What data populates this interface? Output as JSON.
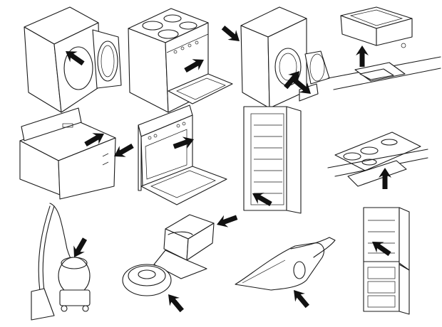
{
  "illustration": {
    "appliances": [
      {
        "id": "front-loader-washing-machine",
        "icon": "washing-machine-icon"
      },
      {
        "id": "electric-cooker",
        "icon": "cooker-icon"
      },
      {
        "id": "washing-machine-with-door",
        "icon": "washing-machine-icon"
      },
      {
        "id": "built-in-hob-recess",
        "icon": "hob-icon"
      },
      {
        "id": "chest-freezer",
        "icon": "chest-freezer-icon"
      },
      {
        "id": "built-in-oven",
        "icon": "oven-icon"
      },
      {
        "id": "upright-freezer",
        "icon": "freezer-icon"
      },
      {
        "id": "ceramic-hob",
        "icon": "hob-icon"
      },
      {
        "id": "canister-vacuum-cleaner",
        "icon": "vacuum-cleaner-icon"
      },
      {
        "id": "robot-vacuum-with-dock",
        "icon": "robot-vacuum-icon"
      },
      {
        "id": "handheld-vacuum",
        "icon": "handheld-vacuum-icon"
      },
      {
        "id": "fridge-freezer",
        "icon": "fridge-icon"
      }
    ],
    "pointer_color": "#111111",
    "line_color": "#1a1a1a"
  }
}
